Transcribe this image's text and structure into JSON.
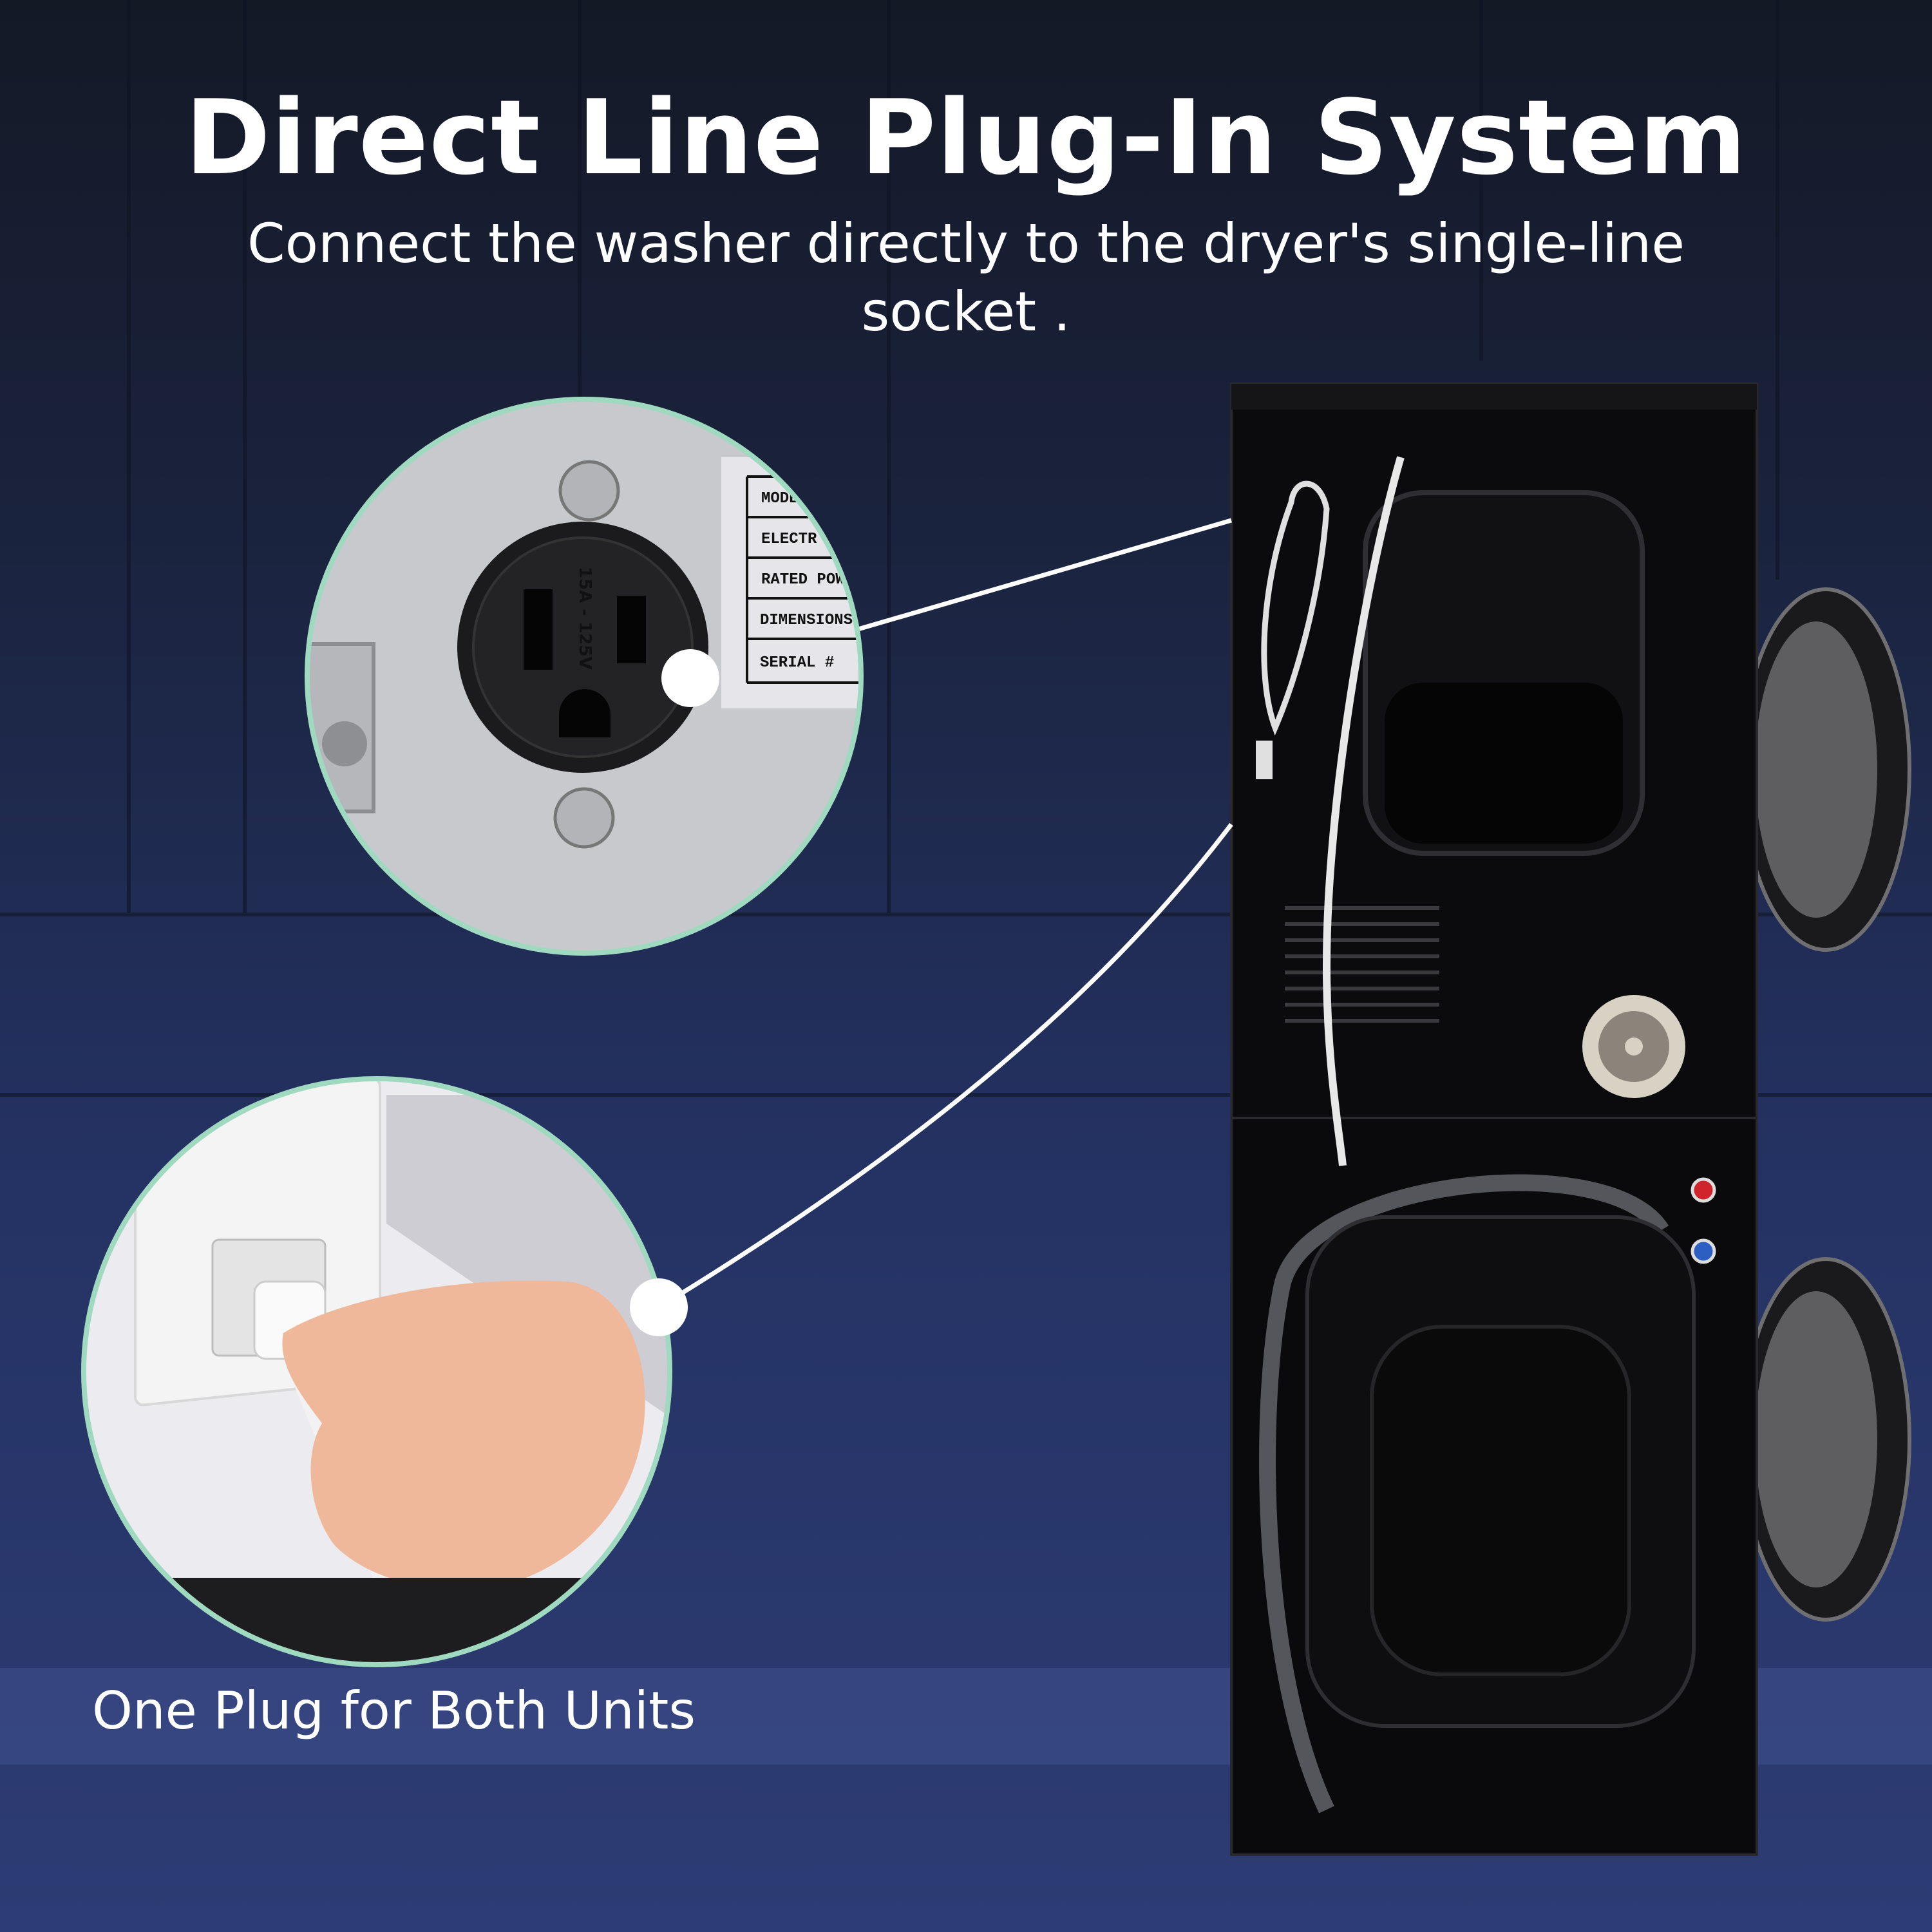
{
  "header": {
    "title": "Direct Line Plug-In System",
    "subtitle": "Connect the washer directly to the dryer's single-line socket ."
  },
  "callouts": {
    "socket": {
      "socket_marking": "15A - 125V",
      "label_rows": [
        "MODE",
        "ELECTR",
        "RATED POW",
        "DIMENSIONS",
        "SERIAL #"
      ]
    },
    "wall_plug": {
      "caption": "One Plug for Both Units"
    }
  },
  "colors": {
    "background_top": "#141926",
    "background_bottom": "#2d3c74",
    "callout_ring": "#9fd9bf",
    "connector_line": "#ffffff",
    "appliance": "#0b0b0d",
    "hot_water_valve": "#d0242c",
    "cold_water_valve": "#2d5fc2"
  }
}
